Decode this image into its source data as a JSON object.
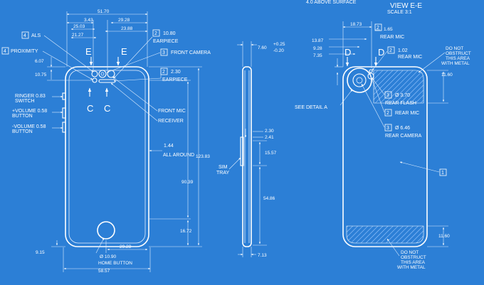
{
  "top_note": "4.0 ABOVE SURFACE",
  "view_ee": {
    "title": "VIEW E-E",
    "scale": "SCALE 3:1"
  },
  "front": {
    "dims": {
      "width_top": "51.70",
      "d343": "3.43",
      "d2503": "25.03",
      "d2928_top": "29.28",
      "d2127": "21.27",
      "d2388": "23.88",
      "d607": "6.07",
      "d1075": "10.75",
      "d144": "1.44",
      "all_around": "ALL AROUND",
      "height": "123.83",
      "d9039": "90.39",
      "d1672": "16.72",
      "d915": "9.15",
      "d2928_bot": "29.28",
      "home_dia": "Ø 10.90",
      "width_bottom": "58.57"
    },
    "labels": {
      "als": "ALS",
      "als_num": "4",
      "proximity": "PROXIMITY",
      "proximity_num": "4",
      "earpiece_top": "10.80",
      "earpiece_top_num": "2",
      "earpiece_top_name": "EARPIECE",
      "front_camera": "FRONT CAMERA",
      "front_camera_num": "3",
      "earpiece2_val": "2.30",
      "earpiece2_num": "2",
      "earpiece2_name": "EARPIECE",
      "ringer_1": "RINGER 0.83",
      "ringer_2": "SWITCH",
      "vol_up_1": "+VOLUME 0.58",
      "vol_up_2": "BUTTON",
      "vol_dn_1": "-VOLUME 0.58",
      "vol_dn_2": "BUTTON",
      "front_mic": "FRONT MIC",
      "receiver": "RECEIVER",
      "home_button": "HOME BUTTON",
      "sec_e": "E",
      "sec_c": "C"
    }
  },
  "side": {
    "d760_main": "7.60",
    "d760_plus": "+0.25",
    "d760_minus": "-0.20",
    "d230": "2.30",
    "d241": "2.41",
    "d1557": "15.57",
    "d5486": "54.86",
    "d713": "7.13",
    "sim_1": "SIM",
    "sim_2": "TRAY"
  },
  "back": {
    "d1873": "18.73",
    "d165": "1.65",
    "rear_mic_top": "REAR MIC",
    "rear_mic_top_num": "2",
    "d1387": "13.87",
    "d928": "9.28",
    "d735": "7.35",
    "d102": "1.02",
    "rear_mic_mid": "REAR MIC",
    "rear_mic_mid_num": "2",
    "nd_top_1": "DO NOT",
    "nd_top_2": "OBSTRUCT",
    "nd_top_3": "THIS AREA",
    "nd_top_4": "WITH METAL",
    "d1160_top": "11.60",
    "see_detail": "SEE DETAIL  A",
    "flash_val": "Ø 3.70",
    "flash_num": "3",
    "flash_name": "REAR FLASH",
    "rear_mic_low": "REAR MIC",
    "rear_mic_low_num": "2",
    "cam_val": "Ø 6.46",
    "cam_num": "3",
    "cam_name": "REAR CAMERA",
    "callout_1": "1",
    "d1160_bot": "11.60",
    "nd_bot_1": "DO NOT",
    "nd_bot_2": "OBSTRUCT",
    "nd_bot_3": "THIS AREA",
    "nd_bot_4": "WITH METAL",
    "sec_d": "D"
  }
}
